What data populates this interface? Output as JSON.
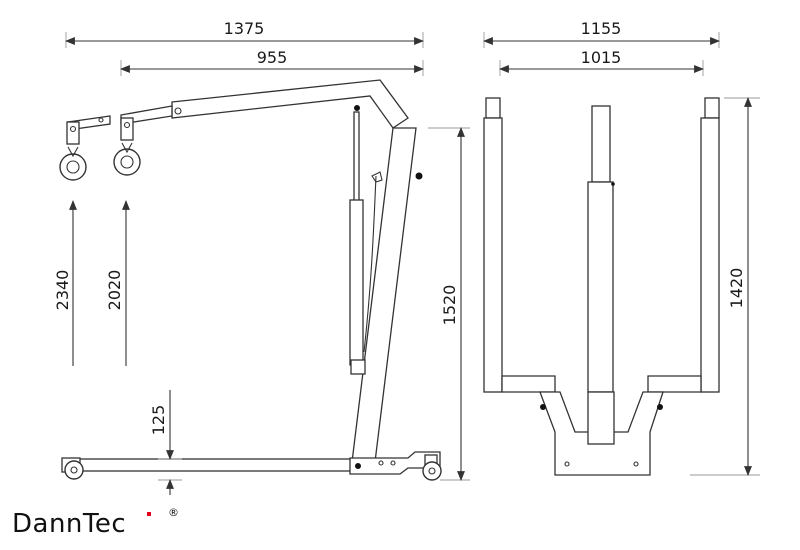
{
  "brand": {
    "name_prefix": "Dann",
    "name_accent": "Tec",
    "registered_mark": "®",
    "accent_color": "#e2001a",
    "text_color": "#111111"
  },
  "dimensions": {
    "overall_length": "1375",
    "boom_length": "955",
    "max_hook_height": "2340",
    "min_hook_height": "2020",
    "mast_height": "1520",
    "leg_clearance": "125",
    "overall_width": "1155",
    "inner_width": "1015",
    "leg_length": "1420"
  }
}
